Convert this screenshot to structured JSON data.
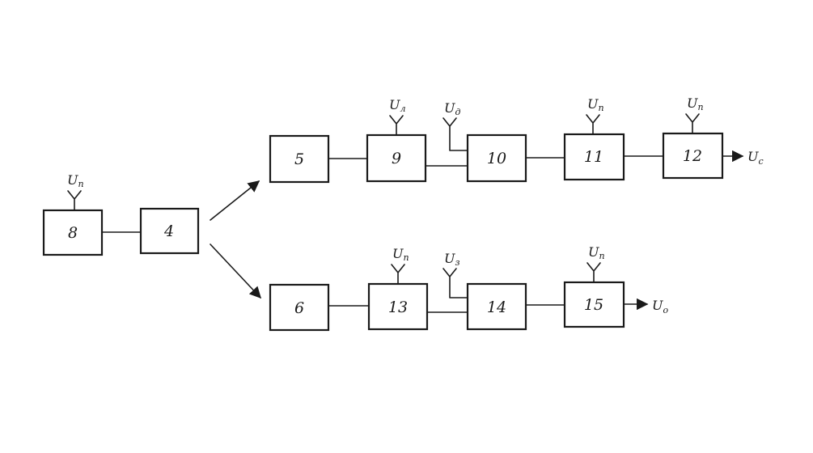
{
  "blocks": {
    "b8": "8",
    "b4": "4",
    "b5": "5",
    "b9": "9",
    "b10": "10",
    "b11": "11",
    "b12": "12",
    "b6": "6",
    "b13": "13",
    "b14": "14",
    "b15": "15"
  },
  "signals": {
    "u8": {
      "letter": "U",
      "sub": "п"
    },
    "u9": {
      "letter": "U",
      "sub": "л"
    },
    "u10": {
      "letter": "U",
      "sub": "д"
    },
    "u11": {
      "letter": "U",
      "sub": "п"
    },
    "u12": {
      "letter": "U",
      "sub": "п"
    },
    "u13": {
      "letter": "U",
      "sub": "п"
    },
    "u14": {
      "letter": "U",
      "sub": "з"
    },
    "u15": {
      "letter": "U",
      "sub": "п"
    },
    "out_top": {
      "letter": "U",
      "sub": "с"
    },
    "out_bottom": {
      "letter": "U",
      "sub": "о"
    }
  }
}
